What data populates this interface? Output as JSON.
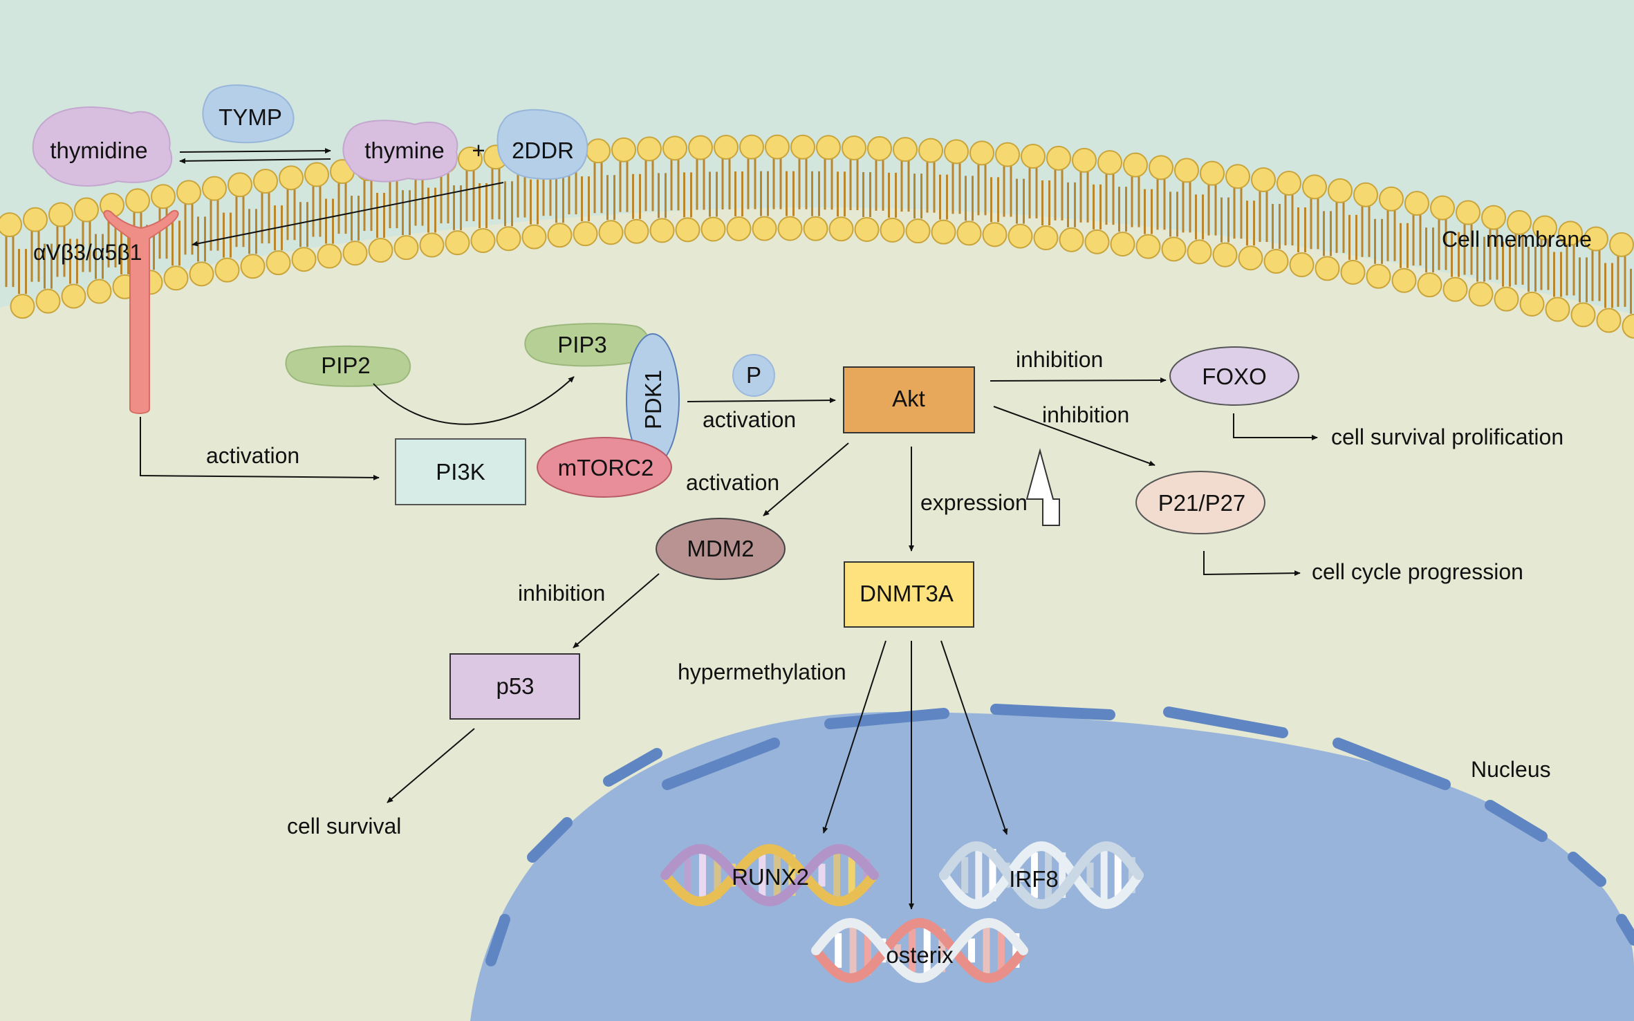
{
  "colors": {
    "extracellular": "#d2e6dd",
    "cytoplasm": "#e5e9d3",
    "nucleus": "#98b4da",
    "nuclear_envelope": "#5f86c3",
    "lipid_head": "#f6d870",
    "lipid_tail": "#b9862e"
  },
  "regions": {
    "cell_membrane": "Cell membrane",
    "nucleus": "Nucleus"
  },
  "molecules": {
    "thymidine": "thymidine",
    "tymp": "TYMP",
    "thymine": "thymine",
    "plus": "+",
    "two_ddr": "2DDR",
    "integrin": "αVβ3/α5β1",
    "pip2": "PIP2",
    "pip3": "PIP3",
    "pdk1": "PDK1",
    "pi3k": "PI3K",
    "mtorc2": "mTORC2",
    "phosphate": "P",
    "akt": "Akt",
    "foxo": "FOXO",
    "p21_p27": "P21/P27",
    "mdm2": "MDM2",
    "p53": "p53",
    "dnmt3a": "DNMT3A",
    "runx2": "RUNX2",
    "irf8": "IRF8",
    "osterix": "osterix"
  },
  "edge_labels": {
    "integrin_pi3k": "activation",
    "pdk1_akt": "activation",
    "akt_foxo": "inhibition",
    "akt_p21": "inhibition",
    "akt_mdm2": "activation",
    "akt_dnmt3a": "expression",
    "mdm2_p53": "inhibition",
    "dnmt3a_genes": "hypermethylation"
  },
  "outcomes": {
    "foxo": "cell survival prolification",
    "p21_p27": "cell cycle progression",
    "p53": "cell survival"
  }
}
